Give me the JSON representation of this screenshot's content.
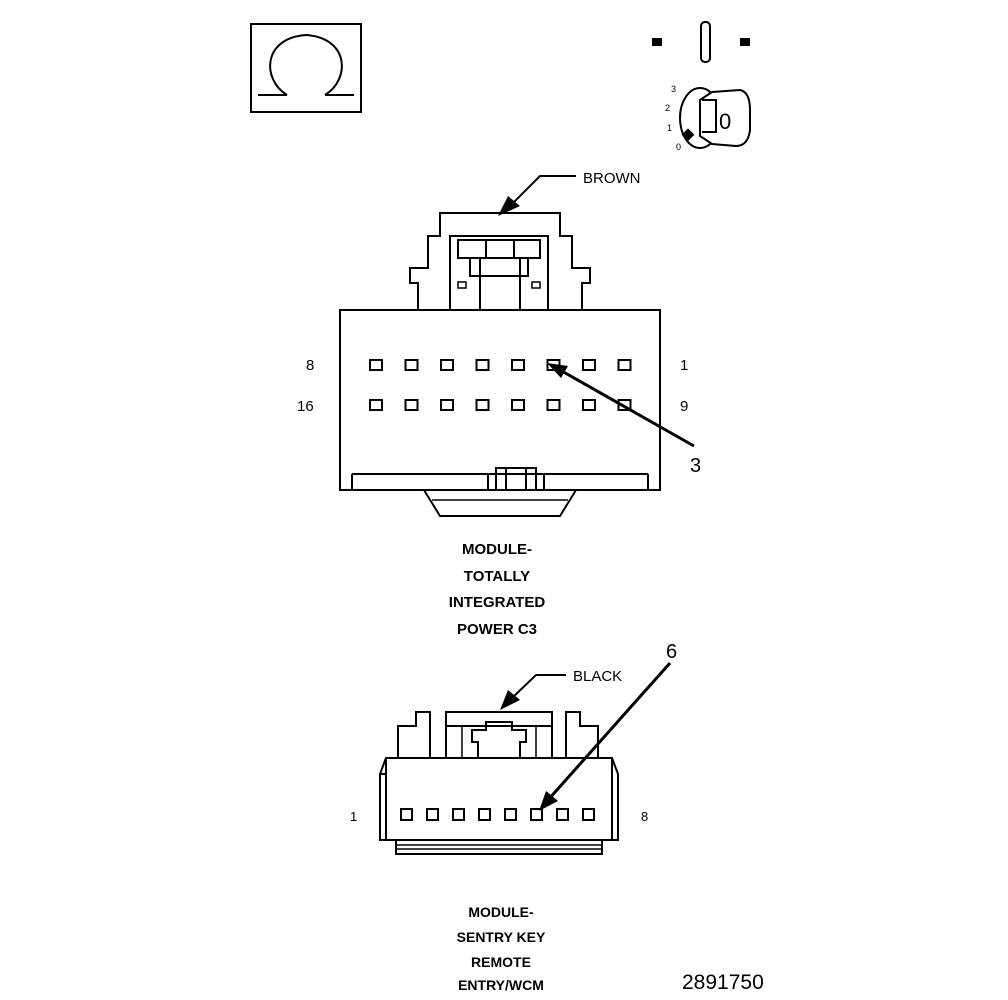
{
  "connector_c3": {
    "color_label": "BROWN",
    "pin_label_top_left": "8",
    "pin_label_top_right": "1",
    "pin_label_bottom_left": "16",
    "pin_label_bottom_right": "9",
    "callout": "3",
    "caption": [
      "MODULE-",
      "TOTALLY",
      "INTEGRATED",
      "POWER C3"
    ]
  },
  "connector_wcm": {
    "color_label": "BLACK",
    "pin_label_left": "1",
    "pin_label_right": "8",
    "callout": "6",
    "caption": [
      "MODULE-",
      "SENTRY KEY",
      "REMOTE",
      "ENTRY/WCM"
    ]
  },
  "ignition_key_positions": [
    "3",
    "2",
    "1",
    "0"
  ],
  "key_glyph": "0",
  "figure_number": "2891750",
  "icons": {
    "module_symbol": "omega-icon",
    "ignition_symbol": "ignition-key-icon"
  }
}
